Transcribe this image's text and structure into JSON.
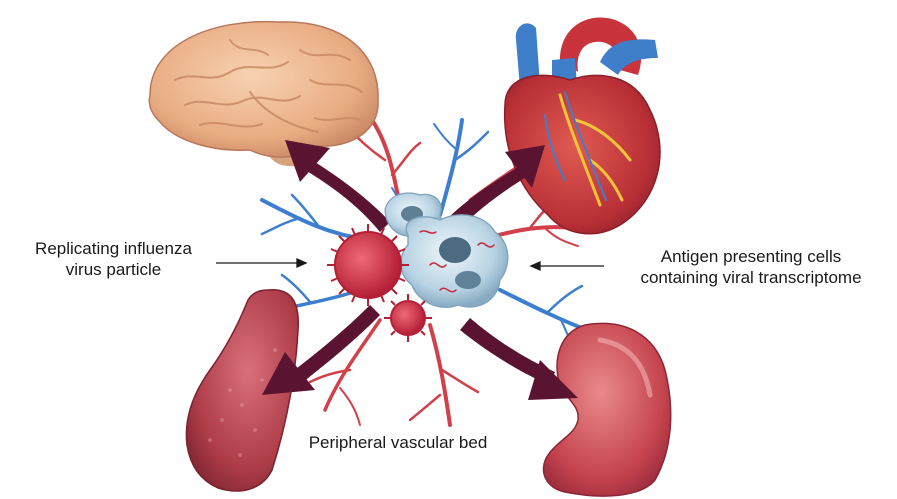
{
  "labels": {
    "left_line1": "Replicating influenza",
    "left_line2": "virus particle",
    "right_line1": "Antigen presenting cells",
    "right_line2": "containing viral transcriptome",
    "bottom": "Peripheral vascular bed"
  },
  "colors": {
    "arrow": "#5a1432",
    "artery": "#d2404a",
    "vein": "#3d7ed0",
    "virus": "#c8283e",
    "cell": "#a9c6d8",
    "brain": "#eab48e",
    "heart": "#c2393d",
    "liver": "#a93a44",
    "kidney": "#c8474f",
    "text": "#1a1a1a"
  },
  "icons": [
    "brain-illustration",
    "heart-illustration",
    "liver-illustration",
    "kidney-illustration",
    "virus-particle",
    "antigen-presenting-cell"
  ]
}
